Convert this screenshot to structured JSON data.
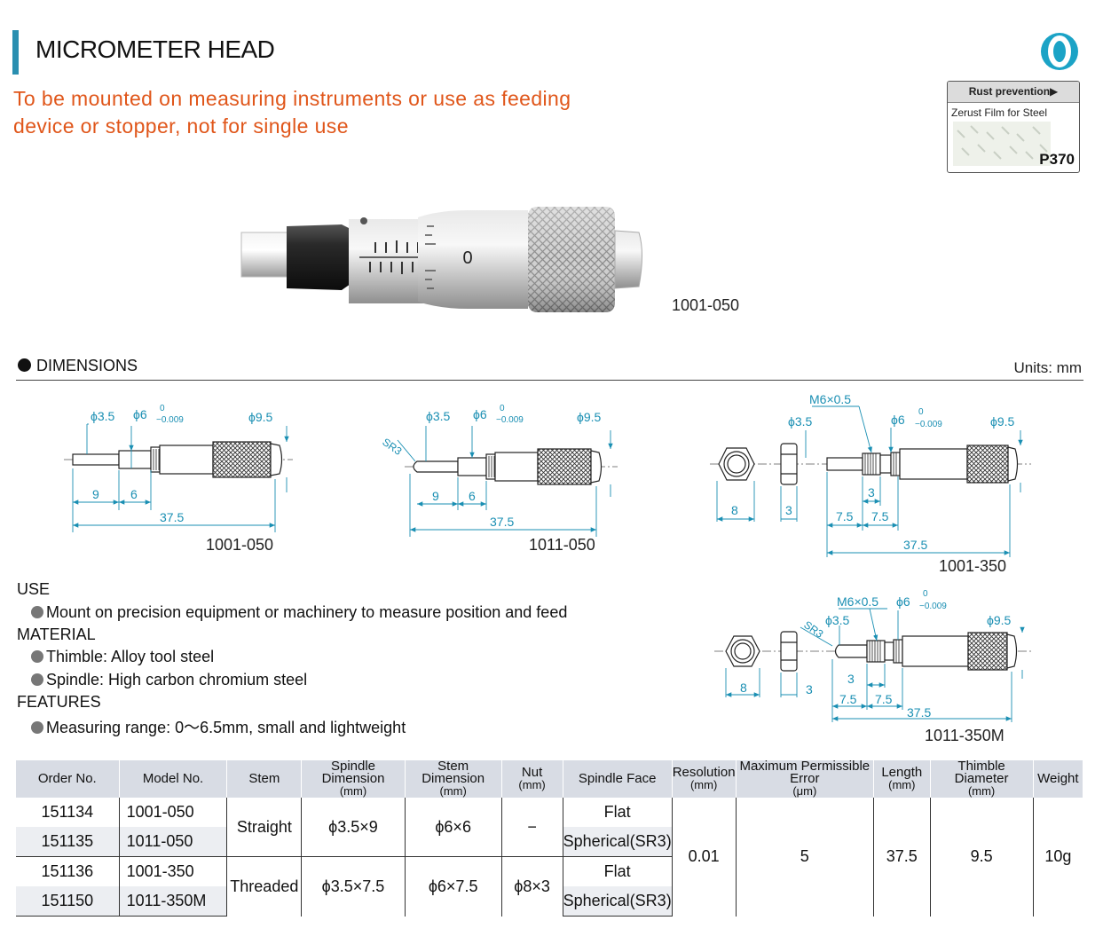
{
  "header": {
    "title": "MICROMETER HEAD",
    "subtitle": "To be mounted on measuring instruments or use as feeding device or stopper, not for single use"
  },
  "badge": {
    "symbol": "0",
    "color": "#1ba3c6"
  },
  "rust_box": {
    "header": "Rust prevention▶",
    "subtitle": "Zerust Film for Steel",
    "code": "P370"
  },
  "photo": {
    "caption": "1001-050"
  },
  "dimensions": {
    "heading": "DIMENSIONS",
    "units": "Units: mm",
    "drawings": [
      {
        "caption": "1001-050",
        "labels": {
          "spindle_dia": "ϕ3.5",
          "stem_dia": "ϕ6",
          "tol_upper": "0",
          "tol_lower": "−0.009",
          "thimble_dia": "ϕ9.5",
          "len_a": "9",
          "len_b": "6",
          "total": "37.5"
        }
      },
      {
        "caption": "1011-050",
        "labels": {
          "sr": "SR3",
          "spindle_dia": "ϕ3.5",
          "stem_dia": "ϕ6",
          "tol_upper": "0",
          "tol_lower": "−0.009",
          "thimble_dia": "ϕ9.5",
          "len_a": "9",
          "len_b": "6",
          "total": "37.5"
        }
      },
      {
        "caption": "1001-350",
        "labels": {
          "thread": "M6×0.5",
          "spindle_dia": "ϕ3.5",
          "stem_dia": "ϕ6",
          "tol_upper": "0",
          "tol_lower": "−0.009",
          "thimble_dia": "ϕ9.5",
          "nut_w": "8",
          "nut_t": "3",
          "len_c": "3",
          "len_a": "7.5",
          "len_b": "7.5",
          "total": "37.5"
        }
      },
      {
        "caption": "1011-350M",
        "labels": {
          "thread": "M6×0.5",
          "sr": "SR3",
          "spindle_dia": "ϕ3.5",
          "stem_dia": "ϕ6",
          "tol_upper": "0",
          "tol_lower": "−0.009",
          "thimble_dia": "ϕ9.5",
          "nut_w": "8",
          "nut_t": "3",
          "len_c": "3",
          "len_a": "7.5",
          "len_b": "7.5",
          "total": "37.5"
        }
      }
    ]
  },
  "info": {
    "use_heading": "USE",
    "use_item": "Mount on precision equipment or machinery to measure position and feed",
    "material_heading": "MATERIAL",
    "material_items": [
      "Thimble: Alloy tool steel",
      "Spindle: High carbon chromium steel"
    ],
    "features_heading": "FEATURES",
    "features_item": "Measuring range: 0〜6.5mm, small and lightweight"
  },
  "table": {
    "headers": {
      "order": "Order No.",
      "model": "Model No.",
      "stem": "Stem",
      "spindle_dim": "Spindle Dimension",
      "spindle_dim_unit": "(mm)",
      "stem_dim": "Stem Dimension",
      "stem_dim_unit": "(mm)",
      "nut": "Nut",
      "nut_unit": "(mm)",
      "face": "Spindle Face",
      "resolution": "Resolution",
      "resolution_unit": "(mm)",
      "mpe": "Maximum Permissible Error",
      "mpe_unit": "(μm)",
      "length": "Length",
      "length_unit": "(mm)",
      "thimble": "Thimble Diameter",
      "thimble_unit": "(mm)",
      "weight": "Weight"
    },
    "rows": [
      {
        "order": "151134",
        "model": "1001-050",
        "face": "Flat"
      },
      {
        "order": "151135",
        "model": "1011-050",
        "face": "Spherical(SR3)"
      },
      {
        "order": "151136",
        "model": "1001-350",
        "face": "Flat"
      },
      {
        "order": "151150",
        "model": "1011-350M",
        "face": "Spherical(SR3)"
      }
    ],
    "groups": [
      {
        "stem": "Straight",
        "spindle": "ϕ3.5×9",
        "stem_dim": "ϕ6×6",
        "nut": "−"
      },
      {
        "stem": "Threaded",
        "spindle": "ϕ3.5×7.5",
        "stem_dim": "ϕ6×7.5",
        "nut": "ϕ8×3"
      }
    ],
    "common": {
      "resolution": "0.01",
      "mpe": "5",
      "length": "37.5",
      "thimble": "9.5",
      "weight": "10g"
    }
  }
}
